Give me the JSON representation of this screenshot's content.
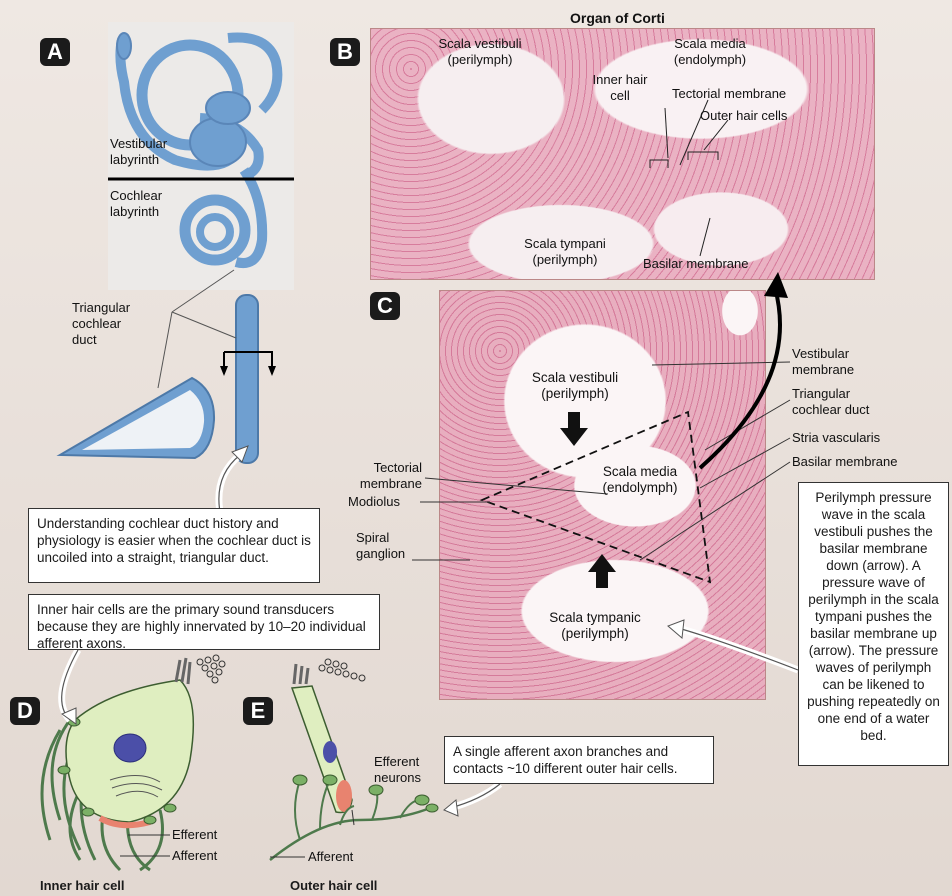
{
  "panels": {
    "a": "A",
    "b": "B",
    "c": "C",
    "d": "D",
    "e": "E"
  },
  "panel_b": {
    "title": "Organ of Corti",
    "scala_vestibuli": "Scala vestibuli",
    "scala_vestibuli_sub": "(perilymph)",
    "scala_media": "Scala media",
    "scala_media_sub": "(endolymph)",
    "inner_hair": "Inner hair",
    "inner_hair_2": "cell",
    "tectorial": "Tectorial membrane",
    "outer_hair": "Outer hair cells",
    "scala_tympani": "Scala tympani",
    "scala_tympani_sub": "(perilymph)",
    "basilar": "Basilar membrane"
  },
  "panel_a": {
    "vestibular": "Vestibular",
    "vestibular_2": "labyrinth",
    "cochlear": "Cochlear",
    "cochlear_2": "labyrinth",
    "triangular": "Triangular",
    "triangular_2": "cochlear",
    "triangular_3": "duct",
    "box_text": "Understanding cochlear duct history and physiology is easier when the cochlear duct is uncoiled into a straight, triangular duct."
  },
  "panel_c": {
    "scala_vestibuli": "Scala vestibuli",
    "scala_vestibuli_sub": "(perilymph)",
    "scala_media": "Scala media",
    "scala_media_sub": "(endolymph)",
    "scala_tympanic": "Scala tympanic",
    "scala_tympanic_sub": "(perilymph)",
    "tectorial": "Tectorial",
    "tectorial_2": "membrane",
    "modiolus": "Modiolus",
    "spiral": "Spiral",
    "spiral_2": "ganglion",
    "vestibular_membrane": "Vestibular",
    "vestibular_membrane_2": "membrane",
    "triangular": "Triangular",
    "triangular_2": "cochlear duct",
    "stria": "Stria vascularis",
    "basilar": "Basilar membrane",
    "box_text": "Perilymph pressure wave in the scala vestibuli pushes the basilar membrane down (arrow). A pressure wave of perilymph in the scala tympani pushes the basilar membrane up (arrow). The pressure waves of perilymph can be likened to pushing repeatedly on one end of a water bed."
  },
  "panel_d": {
    "box_text": "Inner hair cells are the primary sound transducers because they are highly innervated by 10–20 individual afferent axons.",
    "efferent": "Efferent",
    "afferent": "Afferent",
    "caption": "Inner hair cell"
  },
  "panel_e": {
    "efferent_neurons": "Efferent",
    "efferent_neurons_2": "neurons",
    "afferent": "Afferent",
    "box_text": "A single afferent axon branches and contacts ~10 different outer hair cells.",
    "caption": "Outer hair cell"
  },
  "colors": {
    "labyrinth": "#6f9fd0",
    "tissue": "#e7a1b4",
    "nucleus": "#4b4fa8",
    "cell": "#dfeec0"
  }
}
